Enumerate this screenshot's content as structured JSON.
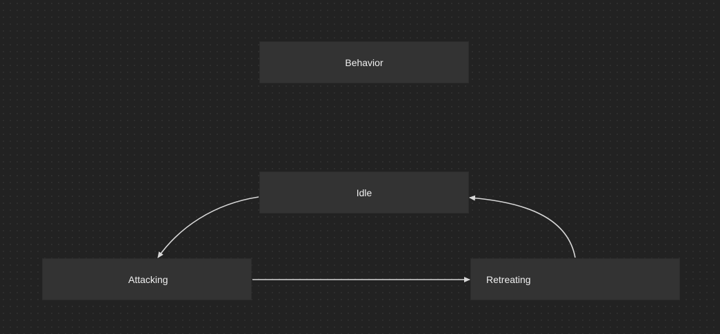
{
  "diagram": {
    "nodes": [
      {
        "id": "behavior",
        "label": "Behavior"
      },
      {
        "id": "idle",
        "label": "Idle"
      },
      {
        "id": "attacking",
        "label": "Attacking"
      },
      {
        "id": "retreating",
        "label": "Retreating"
      }
    ],
    "edges": [
      {
        "from": "idle",
        "to": "attacking"
      },
      {
        "from": "attacking",
        "to": "retreating"
      },
      {
        "from": "retreating",
        "to": "idle"
      }
    ]
  },
  "colors": {
    "background": "#222222",
    "node_fill": "#333333",
    "edge_stroke": "#d8d8d8",
    "text": "#f0f0f0"
  }
}
